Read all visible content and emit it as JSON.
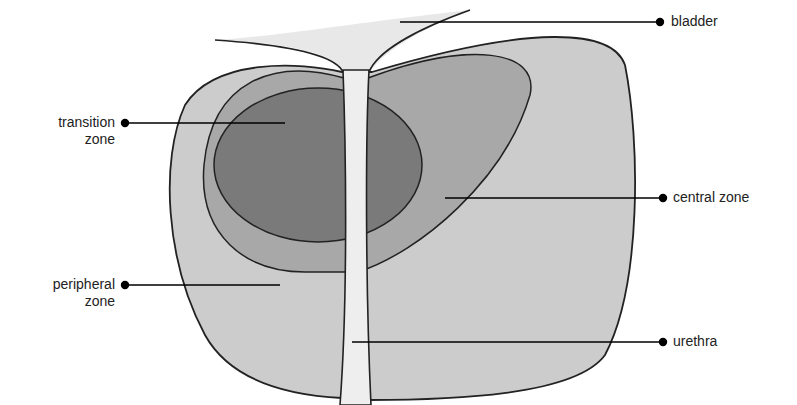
{
  "diagram": {
    "labels": [
      "bladder",
      "transition zone",
      "central zone",
      "peripheral zone",
      "urethra"
    ]
  }
}
